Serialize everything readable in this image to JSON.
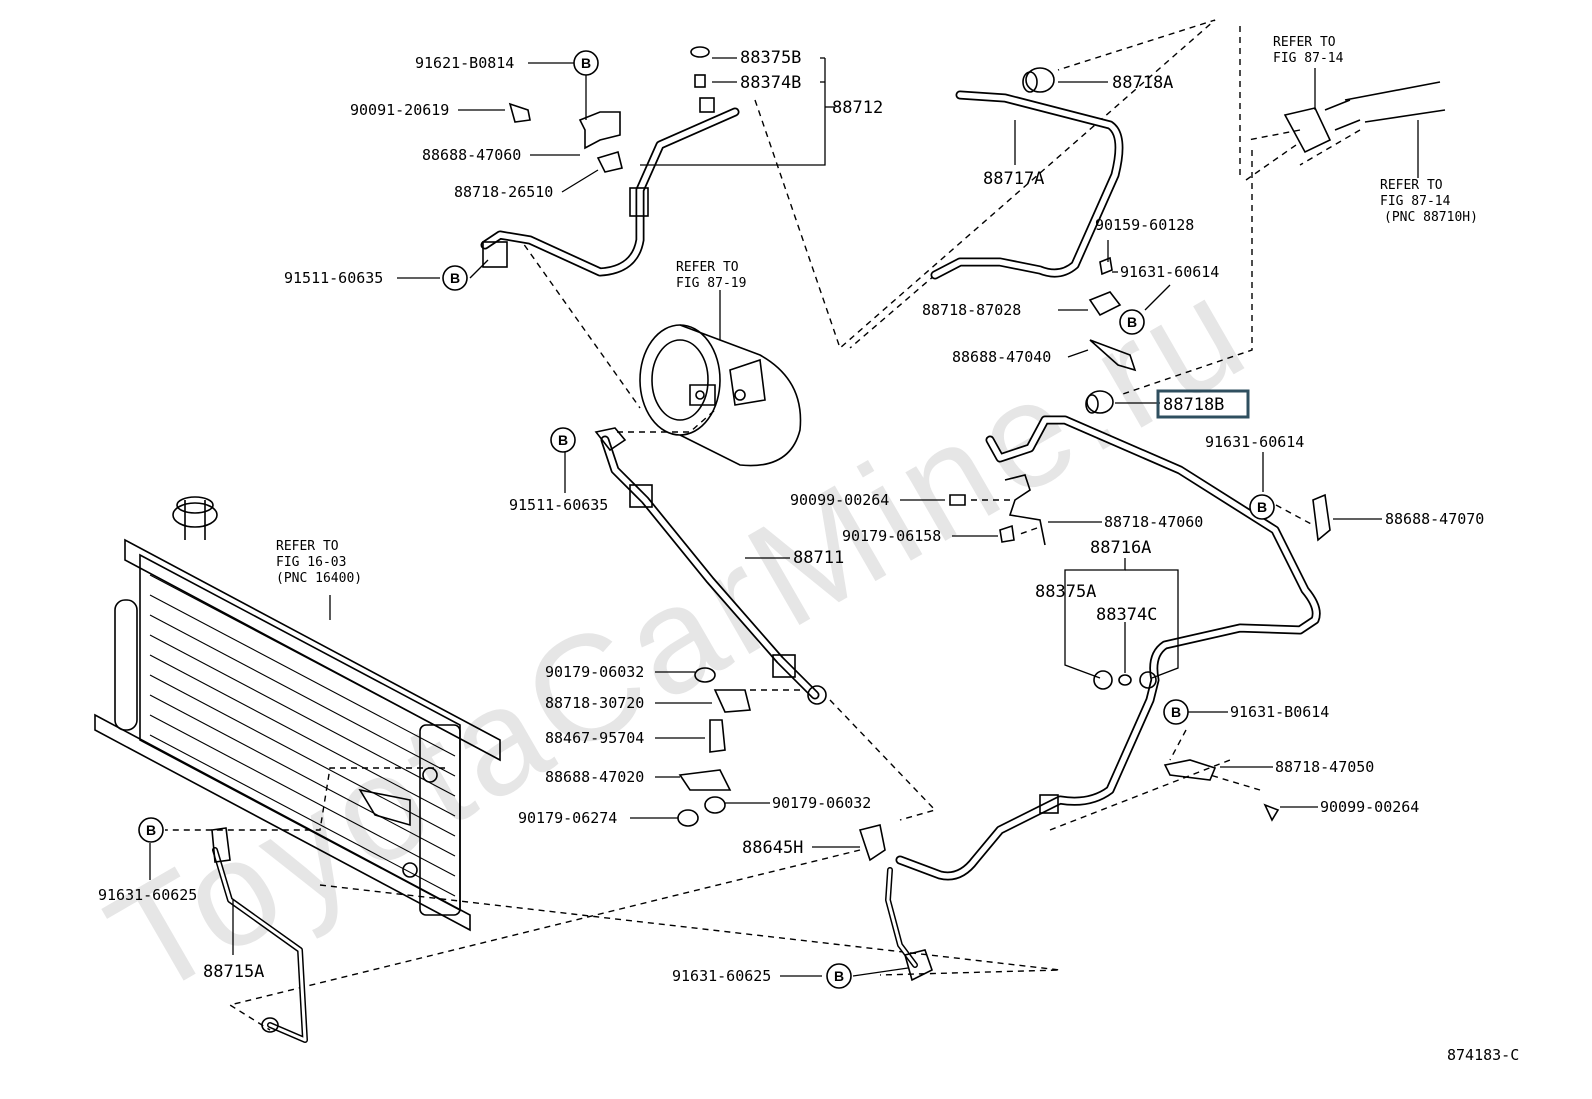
{
  "watermark": "ToyotaCarMine.ru",
  "diagram_id": "874183-C",
  "callout_symbol": "B",
  "refs": {
    "compressor": [
      "REFER TO",
      "FIG 87-19"
    ],
    "radiator": [
      "REFER TO",
      "FIG 16-03",
      "(PNC 16400)"
    ],
    "evap_top": [
      "REFER TO",
      "FIG 87-14"
    ],
    "evap_side": [
      "REFER TO",
      "FIG 87-14",
      "(PNC 88710H)"
    ]
  },
  "labels": {
    "p91621_B0814": "91621-B0814",
    "p90091_20619": "90091-20619",
    "p88688_47060": "88688-47060",
    "p88718_26510": "88718-26510",
    "p88375B": "88375B",
    "p88374B": "88374B",
    "p88712": "88712",
    "p91511_60635_a": "91511-60635",
    "p88718A": "88718A",
    "p88717A": "88717A",
    "p90159_60128": "90159-60128",
    "p91631_60614_a": "91631-60614",
    "p88718_87028": "88718-87028",
    "p88688_47040": "88688-47040",
    "p88718B": "88718B",
    "p91511_60635_b": "91511-60635",
    "p91631_60614_b": "91631-60614",
    "p88688_47070": "88688-47070",
    "p90099_00264_a": "90099-00264",
    "p88718_47060": "88718-47060",
    "p90179_06158": "90179-06158",
    "p88716A": "88716A",
    "p88711": "88711",
    "p88375A": "88375A",
    "p88374C": "88374C",
    "p90179_06032_a": "90179-06032",
    "p88718_30720": "88718-30720",
    "p88467_95704": "88467-95704",
    "p88688_47020": "88688-47020",
    "p90179_06274": "90179-06274",
    "p90179_06032_b": "90179-06032",
    "p91631_B0614": "91631-B0614",
    "p88718_47050": "88718-47050",
    "p90099_00264_b": "90099-00264",
    "p88645H": "88645H",
    "p91631_60625_a": "91631-60625",
    "p91631_60625_b": "91631-60625",
    "p88715A": "88715A"
  }
}
